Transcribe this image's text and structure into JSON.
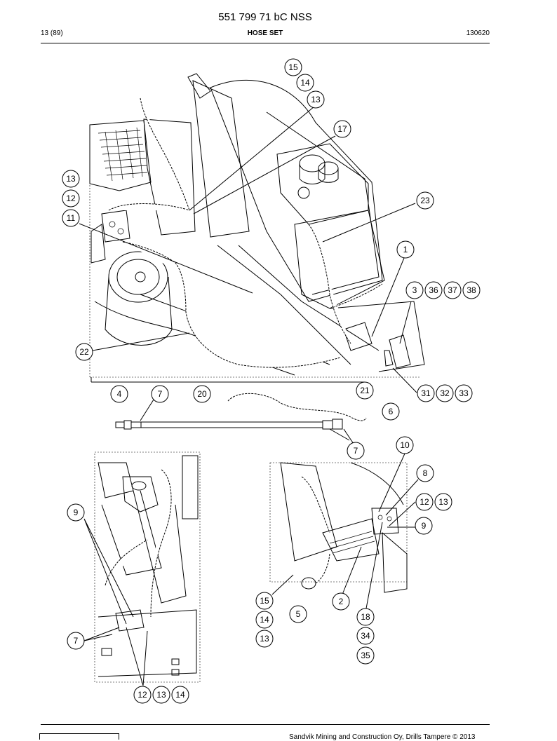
{
  "header": {
    "title": "551 799 71 bC NSS",
    "page": "13 (89)",
    "section": "HOSE SET",
    "date": "130620"
  },
  "footer": {
    "copyright": "Sandvik Mining and Construction Oy, Drills Tampere © 2013"
  },
  "callouts": [
    {
      "id": "c15a",
      "label": "15"
    },
    {
      "id": "c14a",
      "label": "14"
    },
    {
      "id": "c13a",
      "label": "13"
    },
    {
      "id": "c17",
      "label": "17"
    },
    {
      "id": "c13b",
      "label": "13"
    },
    {
      "id": "c12a",
      "label": "12"
    },
    {
      "id": "c11",
      "label": "11"
    },
    {
      "id": "c23",
      "label": "23"
    },
    {
      "id": "c1",
      "label": "1"
    },
    {
      "id": "c3",
      "label": "3"
    },
    {
      "id": "c36",
      "label": "36"
    },
    {
      "id": "c37",
      "label": "37"
    },
    {
      "id": "c38",
      "label": "38"
    },
    {
      "id": "c22",
      "label": "22"
    },
    {
      "id": "c31",
      "label": "31"
    },
    {
      "id": "c32",
      "label": "32"
    },
    {
      "id": "c33",
      "label": "33"
    },
    {
      "id": "c4",
      "label": "4"
    },
    {
      "id": "c7a",
      "label": "7"
    },
    {
      "id": "c20",
      "label": "20"
    },
    {
      "id": "c21",
      "label": "21"
    },
    {
      "id": "c6",
      "label": "6"
    },
    {
      "id": "c7b",
      "label": "7"
    },
    {
      "id": "c10",
      "label": "10"
    },
    {
      "id": "c8",
      "label": "8"
    },
    {
      "id": "c12b",
      "label": "12"
    },
    {
      "id": "c13c",
      "label": "13"
    },
    {
      "id": "c9a",
      "label": "9"
    },
    {
      "id": "c9b",
      "label": "9"
    },
    {
      "id": "c15b",
      "label": "15"
    },
    {
      "id": "c2",
      "label": "2"
    },
    {
      "id": "c5",
      "label": "5"
    },
    {
      "id": "c18",
      "label": "18"
    },
    {
      "id": "c14b",
      "label": "14"
    },
    {
      "id": "c34",
      "label": "34"
    },
    {
      "id": "c13d",
      "label": "13"
    },
    {
      "id": "c35",
      "label": "35"
    },
    {
      "id": "c7c",
      "label": "7"
    },
    {
      "id": "c12c",
      "label": "12"
    },
    {
      "id": "c13e",
      "label": "13"
    },
    {
      "id": "c14c",
      "label": "14"
    }
  ]
}
